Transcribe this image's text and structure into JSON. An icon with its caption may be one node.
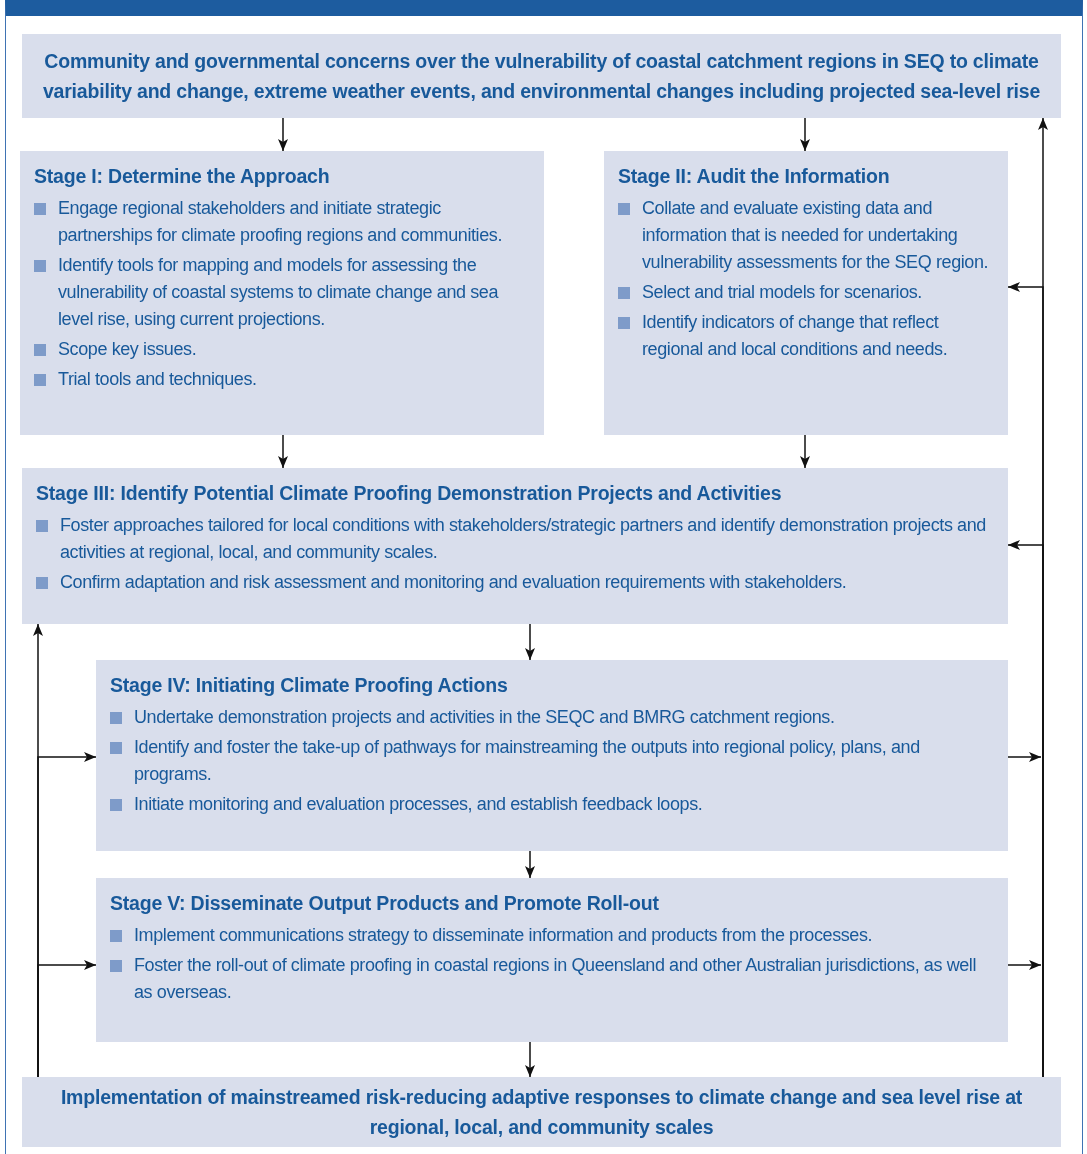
{
  "diagram": {
    "nodes": [
      {
        "text": [
          "Community and governmental concerns over the vulnerability of coastal catchment regions in SEQ to climate variability and change, extreme weather events, and environmental changes including projected sea-level rise"
        ]
      },
      {
        "text": [
          "Stage I: Determine the Approach",
          "Engage regional stakeholders and initiate strategic partnerships for climate proofing regions and communities.",
          "Identify tools for mapping and models for assessing the vulnerability of coastal systems to climate change and sea level rise, using current projections.",
          "Scope key issues.",
          "Trial tools and techniques."
        ]
      },
      {
        "text": [
          "Stage II: Audit the Information",
          "Collate and evaluate existing data and information that is needed for undertaking vulnerability assessments for the SEQ region.",
          "Select and trial models for scenarios.",
          "Identify indicators of change that reflect regional and local conditions and needs."
        ]
      },
      {
        "text": [
          "Stage III: Identify Potential Climate Proofing Demonstration Projects and Activities",
          "Foster approaches tailored for local conditions with stakeholders/strategic partners and identify demonstration projects and activities at regional, local, and community scales.",
          "Confirm adaptation and risk assessment and monitoring and evaluation requirements with stakeholders."
        ]
      },
      {
        "text": [
          "Stage IV: Initiating Climate Proofing Actions",
          "Undertake demonstration projects and activities in the SEQC and BMRG catchment regions.",
          "Identify and foster the take-up of pathways for mainstreaming the outputs into regional policy, plans, and programs.",
          "Initiate monitoring and evaluation processes, and establish feedback loops."
        ]
      },
      {
        "text": [
          "Stage V: Disseminate Output Products and Promote Roll-out",
          "Implement communications strategy to disseminate information and products from the processes.",
          "Foster the roll-out of climate proofing in coastal regions in Queensland and other Australian jurisdictions, as well as overseas."
        ]
      },
      {
        "text": [
          "Implementation of mainstreamed risk-reducing adaptive responses to climate change and sea level rise at regional, local, and community scales"
        ]
      }
    ],
    "edges": [
      {
        "from": 0,
        "to": 1,
        "arrow": "to"
      },
      {
        "from": 0,
        "to": 2,
        "arrow": "to"
      },
      {
        "from": 1,
        "to": 3,
        "arrow": "to"
      },
      {
        "from": 2,
        "to": 3,
        "arrow": "to"
      },
      {
        "from": 3,
        "to": 4,
        "arrow": "to"
      },
      {
        "from": 4,
        "to": 5,
        "arrow": "to"
      },
      {
        "from": 5,
        "to": 6,
        "arrow": "to"
      },
      {
        "from": 6,
        "to": 0,
        "arrow": "to"
      },
      {
        "from": 6,
        "to": 2,
        "arrow": "to"
      },
      {
        "from": 6,
        "to": 3,
        "arrow": "to"
      },
      {
        "from": 4,
        "to": null,
        "arrow": "to"
      },
      {
        "from": 5,
        "to": null,
        "arrow": "to"
      },
      {
        "from": 6,
        "to": 3,
        "arrow": "to"
      },
      {
        "from": 6,
        "to": 4,
        "arrow": "to"
      },
      {
        "from": 6,
        "to": 5,
        "arrow": "to"
      }
    ]
  }
}
